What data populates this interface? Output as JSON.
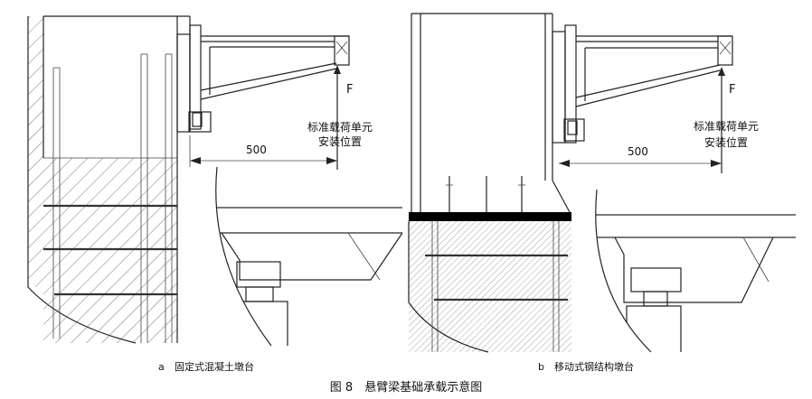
{
  "panel_a": {
    "force_label": "F",
    "load_unit_label_line1": "标准载荷单元",
    "load_unit_label_line2": "安装位置",
    "dimension_label": "500",
    "caption_marker": "a",
    "caption_text": "固定式混凝土墩台"
  },
  "panel_b": {
    "force_label": "F",
    "load_unit_label_line1": "标准载荷单元",
    "load_unit_label_line2": "安装位置",
    "dimension_label": "500",
    "caption_marker": "b",
    "caption_text": "移动式钢结构墩台"
  },
  "figure_caption": "图 8　悬臂梁基础承载示意图",
  "colors": {
    "line": "#222222",
    "block": "#000000",
    "background": "#ffffff"
  }
}
